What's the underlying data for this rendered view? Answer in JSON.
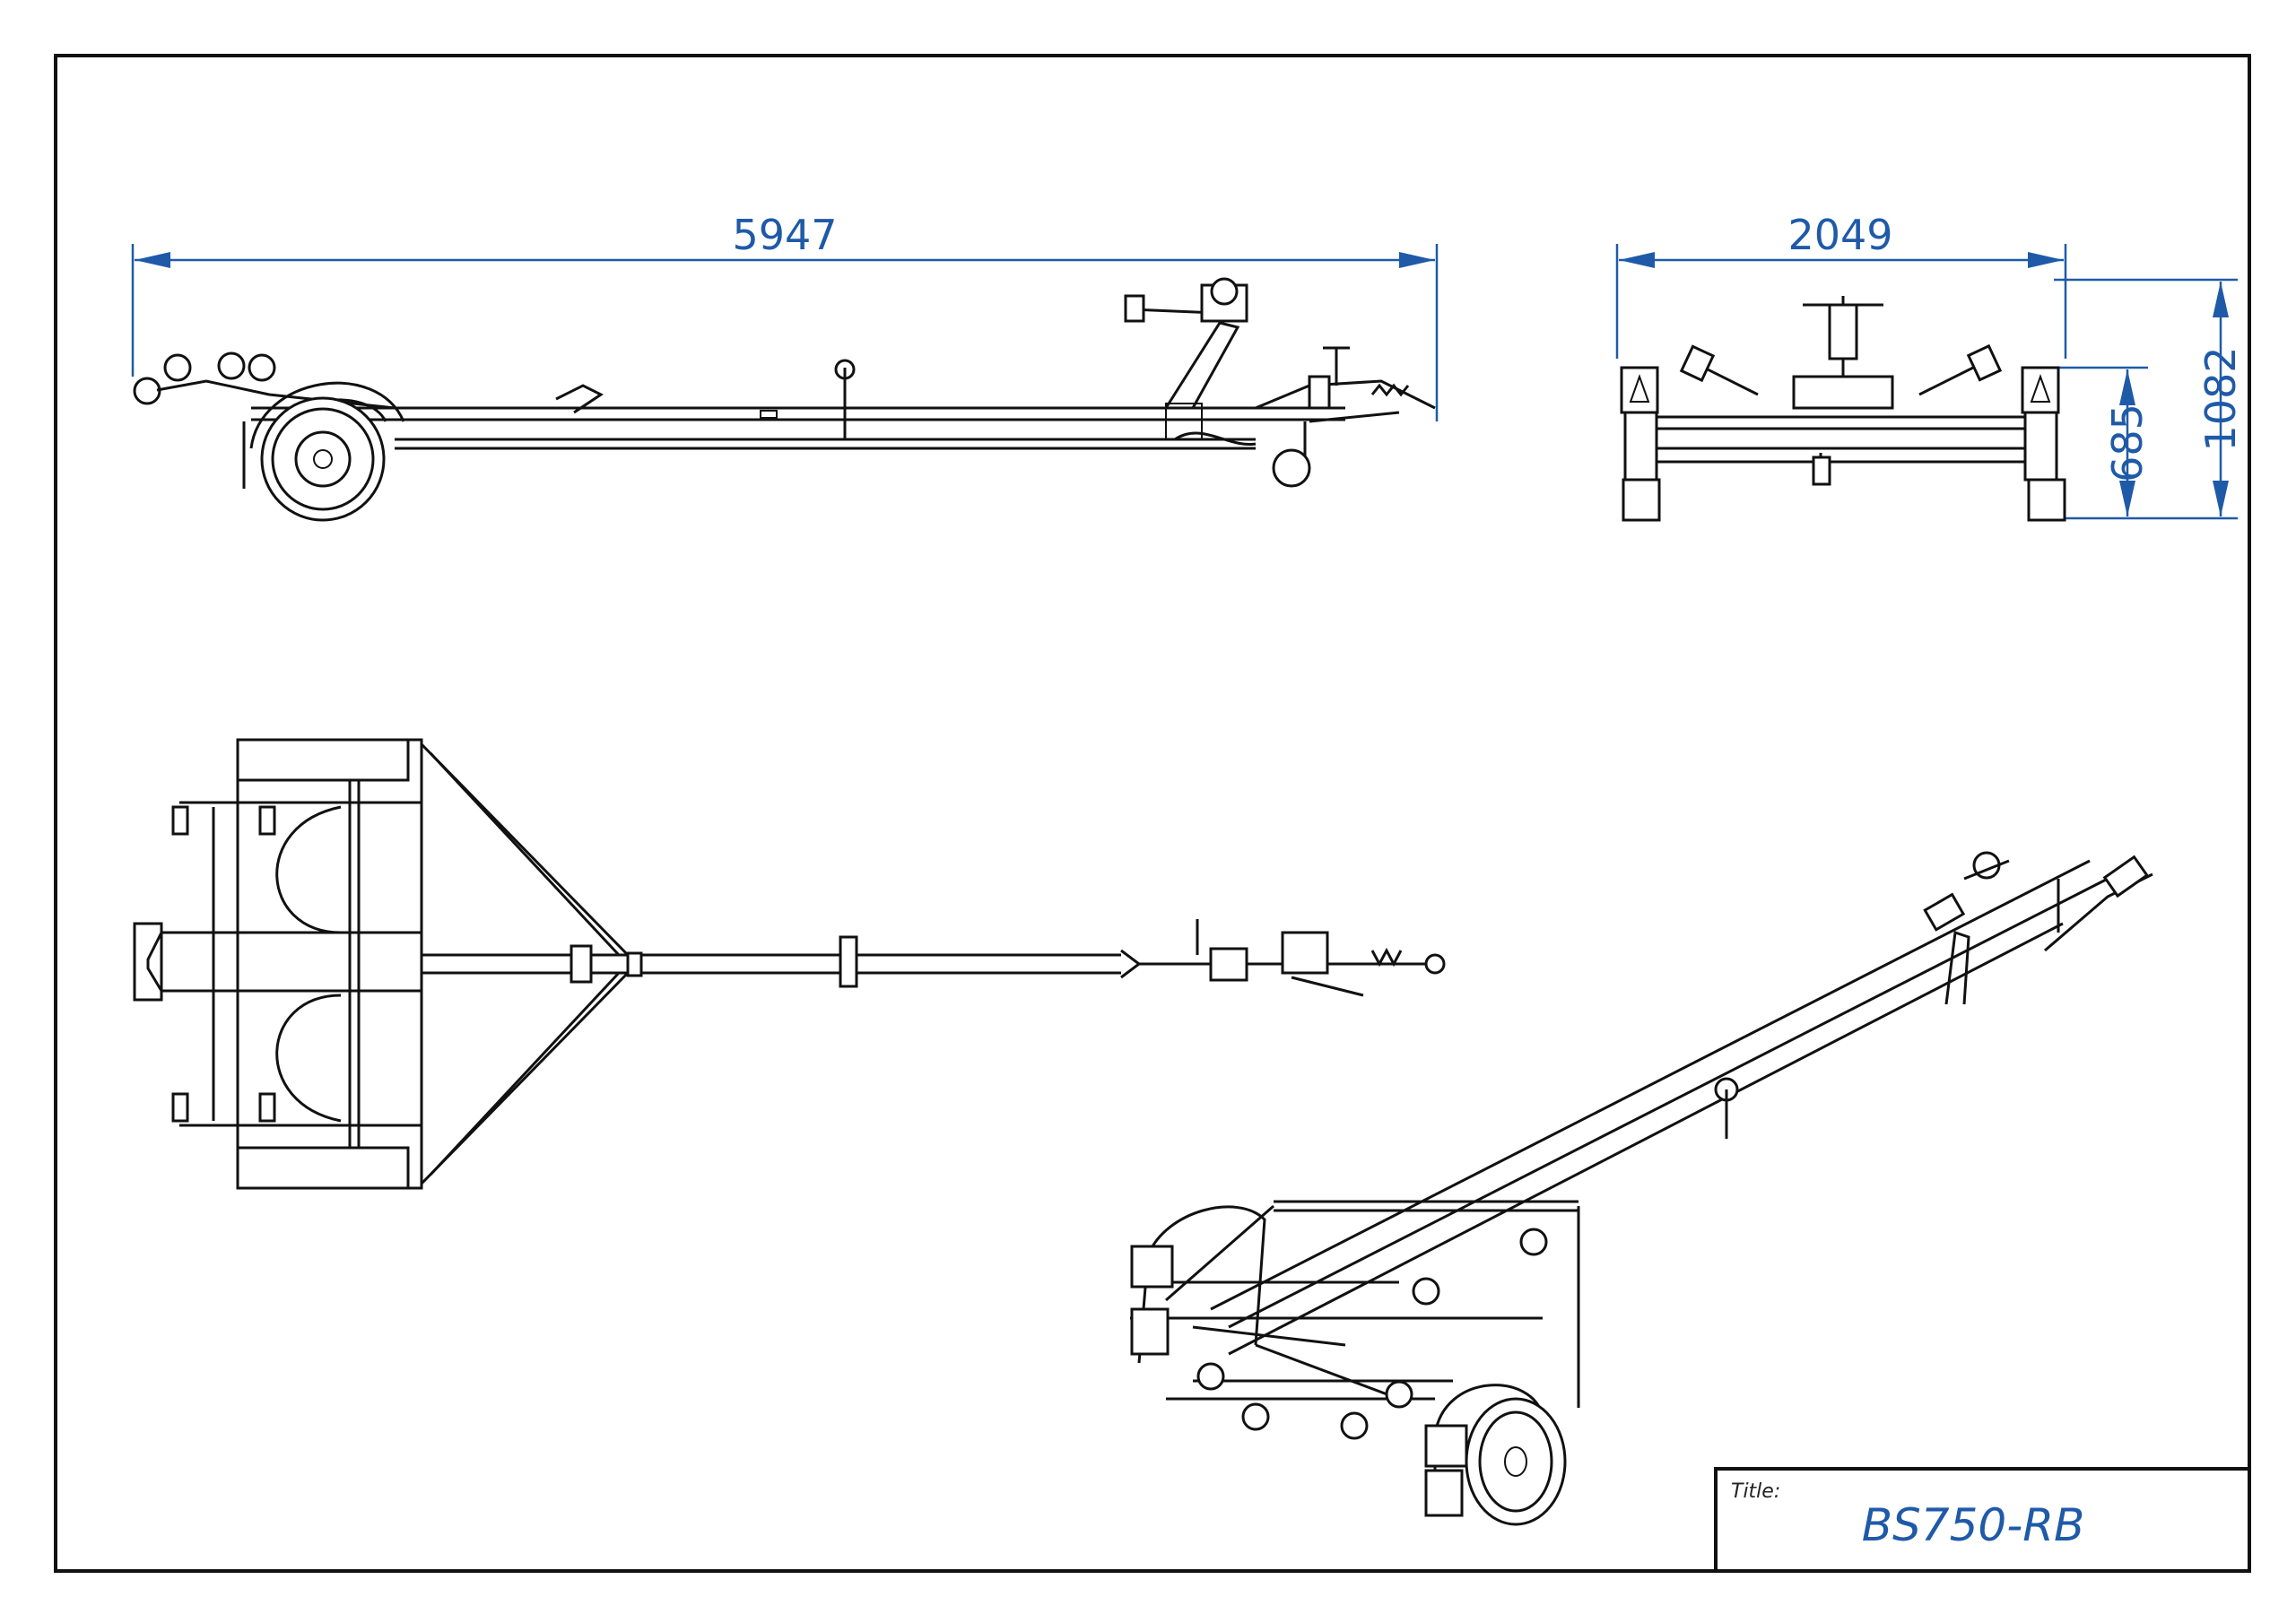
{
  "title_block": {
    "label": "Title:",
    "value": "BS750-RB"
  },
  "dimensions": {
    "length": "5947",
    "width": "2049",
    "height_total": "1082",
    "height_frame": "685"
  },
  "colors": {
    "dimension": "#1f5aa8",
    "line": "#111111",
    "background": "#ffffff"
  }
}
